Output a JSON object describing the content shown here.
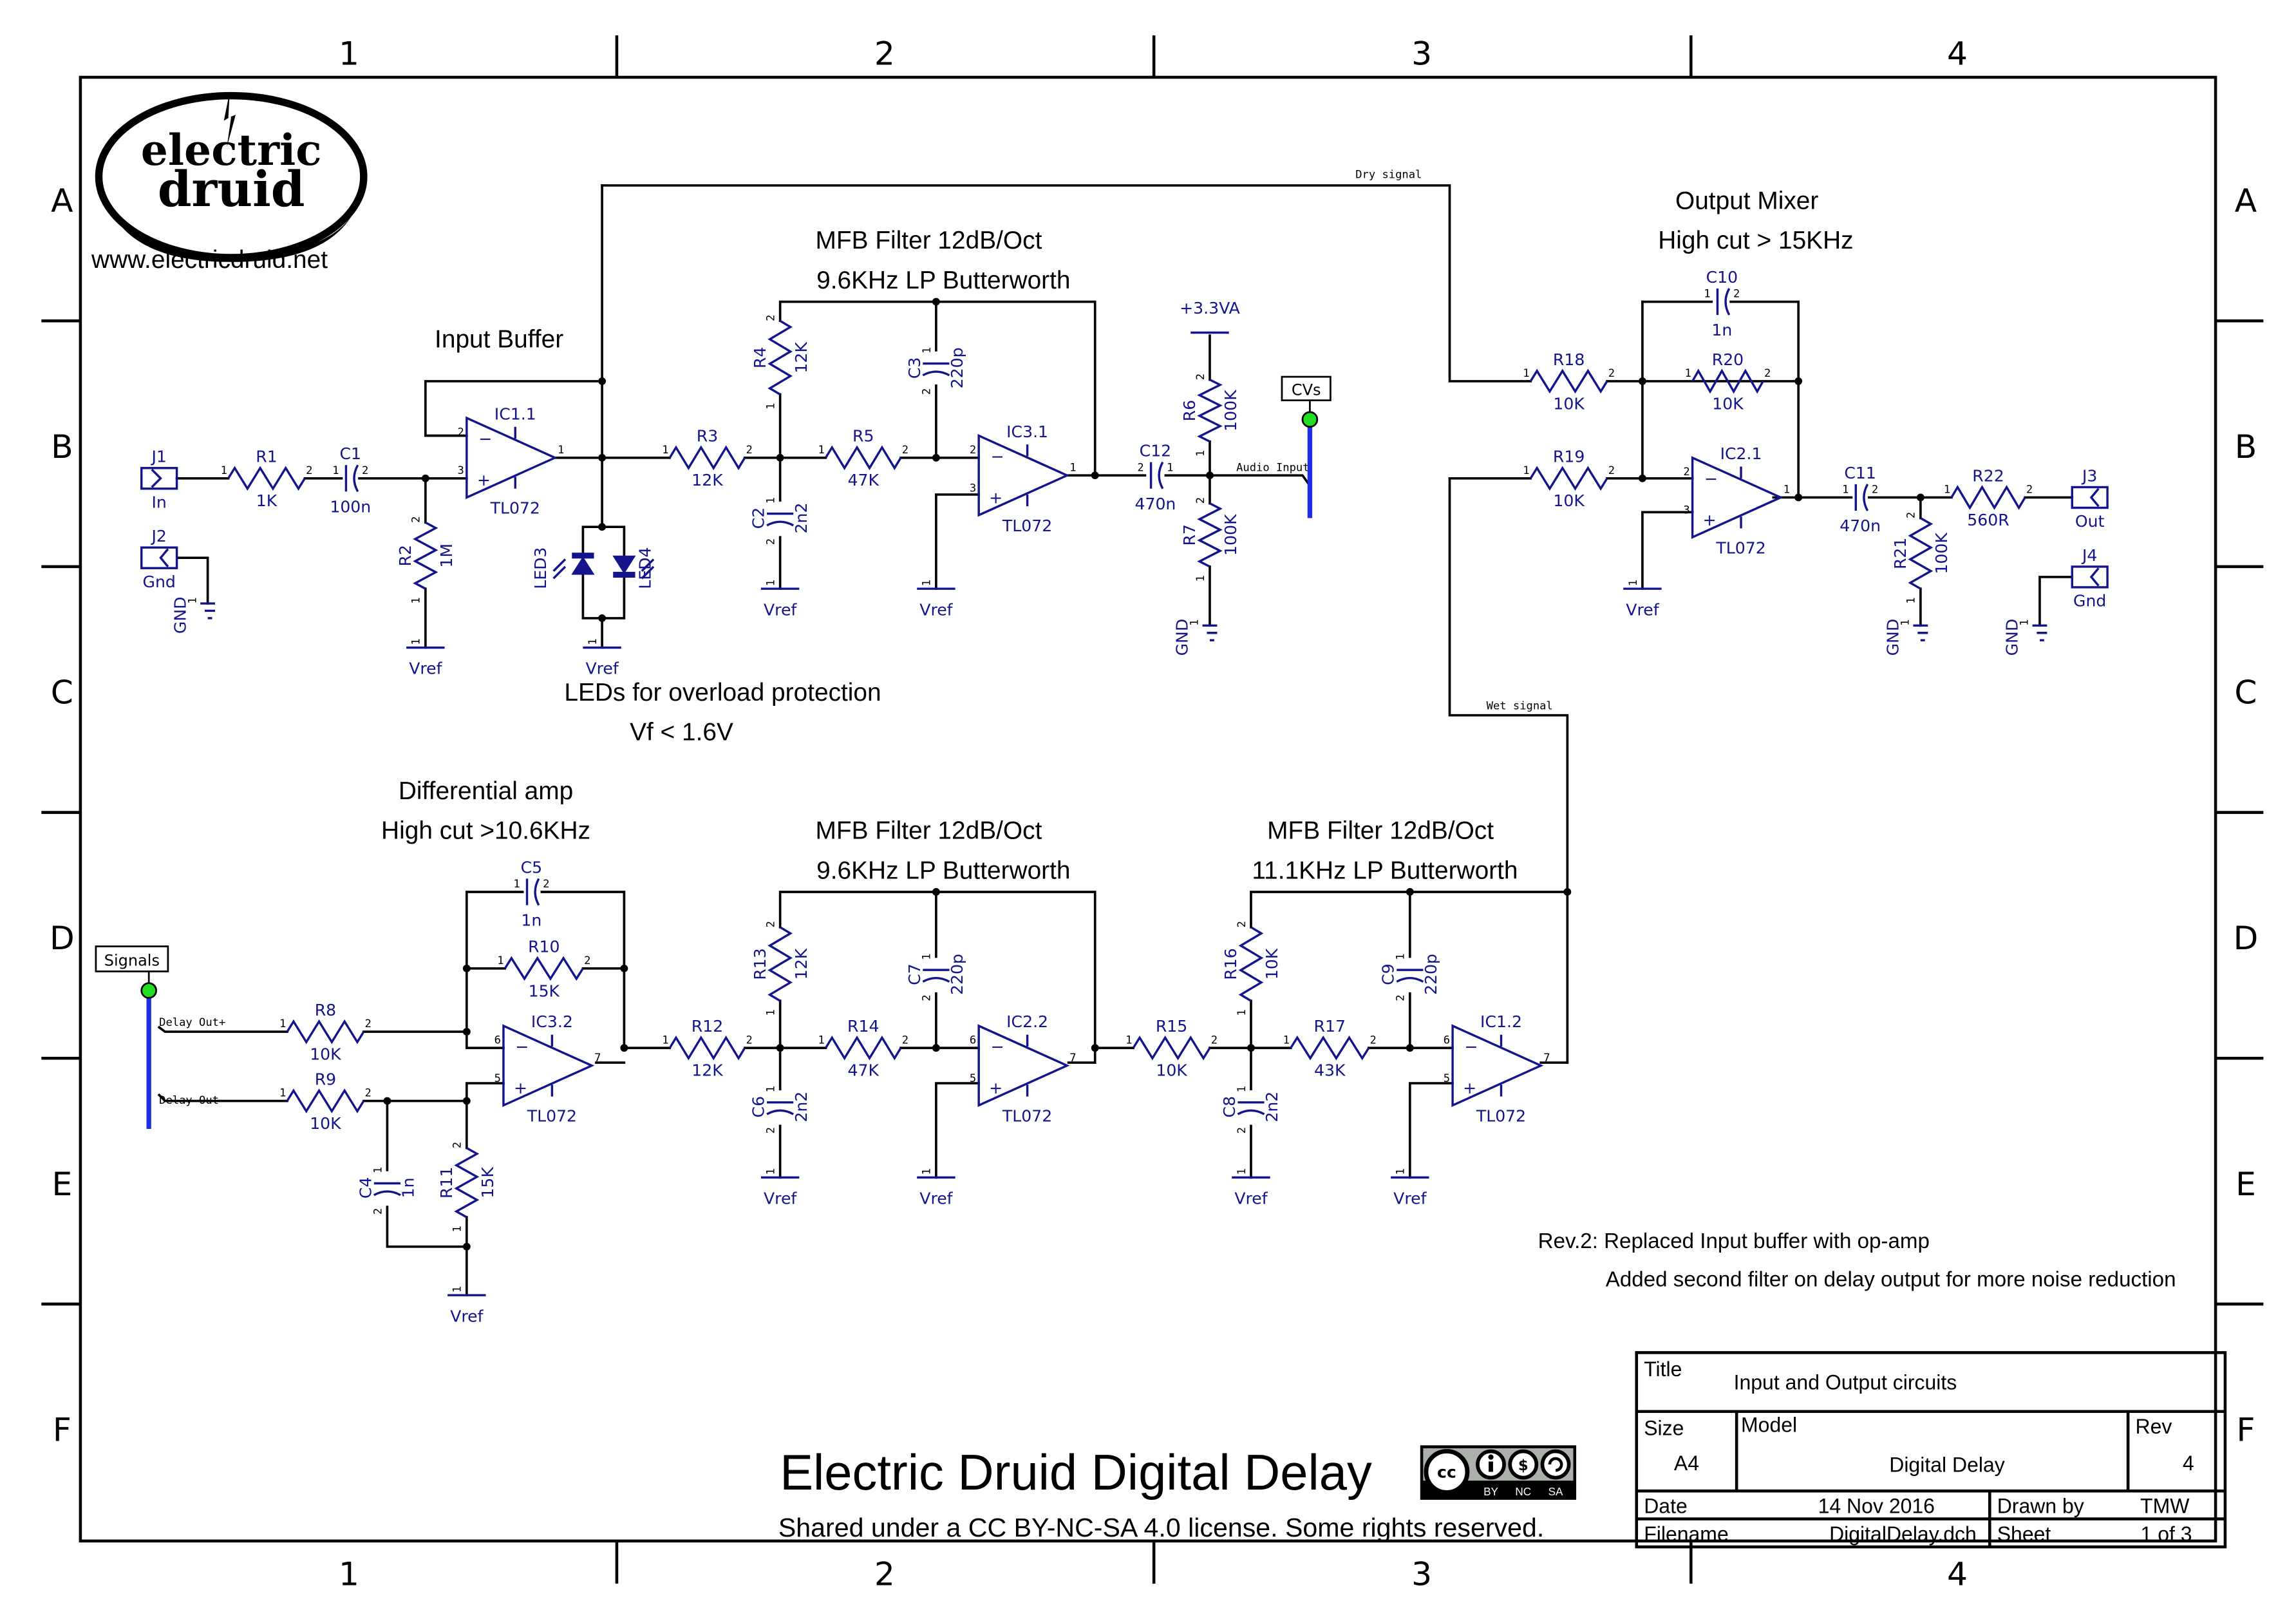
{
  "sheet": {
    "columns": [
      "1",
      "2",
      "3",
      "4"
    ],
    "rows": [
      "A",
      "B",
      "C",
      "D",
      "E",
      "F"
    ]
  },
  "logo": {
    "line1": "electric",
    "line2": "druid",
    "url": "www.electricdruid.net"
  },
  "section_titles": {
    "input_buffer": "Input Buffer",
    "mfb1_line1": "MFB Filter 12dB/Oct",
    "mfb1_line2": "9.6KHz LP Butterworth",
    "output_mixer_line1": "Output Mixer",
    "output_mixer_line2": "High cut > 15KHz",
    "leds_line1": "LEDs for overload protection",
    "leds_line2": "Vf < 1.6V",
    "diff_amp_line1": "Differential amp",
    "diff_amp_line2": "High cut >10.6KHz",
    "mfb2_line1": "MFB Filter 12dB/Oct",
    "mfb2_line2": "9.6KHz LP Butterworth",
    "mfb3_line1": "MFB Filter 12dB/Oct",
    "mfb3_line2": "11.1KHz LP Butterworth"
  },
  "nets": {
    "dry": "Dry signal",
    "wet": "Wet signal",
    "audio_input": "Audio Input",
    "delay_out_pos": "Delay Out+",
    "delay_out_neg": "Delay Out-",
    "cvs_bus": "CVs",
    "signals_bus": "Signals",
    "supply": "+3.3VA"
  },
  "components": {
    "J1": {
      "ref": "J1",
      "value": "In"
    },
    "J2": {
      "ref": "J2",
      "value": "Gnd"
    },
    "J3": {
      "ref": "J3",
      "value": "Out"
    },
    "J4": {
      "ref": "J4",
      "value": "Gnd"
    },
    "R1": {
      "ref": "R1",
      "value": "1K"
    },
    "R2": {
      "ref": "R2",
      "value": "1M"
    },
    "R3": {
      "ref": "R3",
      "value": "12K"
    },
    "R4": {
      "ref": "R4",
      "value": "12K"
    },
    "R5": {
      "ref": "R5",
      "value": "47K"
    },
    "R6": {
      "ref": "R6",
      "value": "100K"
    },
    "R7": {
      "ref": "R7",
      "value": "100K"
    },
    "R8": {
      "ref": "R8",
      "value": "10K"
    },
    "R9": {
      "ref": "R9",
      "value": "10K"
    },
    "R10": {
      "ref": "R10",
      "value": "15K"
    },
    "R11": {
      "ref": "R11",
      "value": "15K"
    },
    "R12": {
      "ref": "R12",
      "value": "12K"
    },
    "R13": {
      "ref": "R13",
      "value": "12K"
    },
    "R14": {
      "ref": "R14",
      "value": "47K"
    },
    "R15": {
      "ref": "R15",
      "value": "10K"
    },
    "R16": {
      "ref": "R16",
      "value": "10K"
    },
    "R17": {
      "ref": "R17",
      "value": "43K"
    },
    "R18": {
      "ref": "R18",
      "value": "10K"
    },
    "R19": {
      "ref": "R19",
      "value": "10K"
    },
    "R20": {
      "ref": "R20",
      "value": "10K"
    },
    "R21": {
      "ref": "R21",
      "value": "100K"
    },
    "R22": {
      "ref": "R22",
      "value": "560R"
    },
    "C1": {
      "ref": "C1",
      "value": "100n"
    },
    "C2": {
      "ref": "C2",
      "value": "2n2"
    },
    "C3": {
      "ref": "C3",
      "value": "220p"
    },
    "C4": {
      "ref": "C4",
      "value": "1n"
    },
    "C5": {
      "ref": "C5",
      "value": "1n"
    },
    "C6": {
      "ref": "C6",
      "value": "2n2"
    },
    "C7": {
      "ref": "C7",
      "value": "220p"
    },
    "C8": {
      "ref": "C8",
      "value": "2n2"
    },
    "C9": {
      "ref": "C9",
      "value": "220p"
    },
    "C10": {
      "ref": "C10",
      "value": "1n"
    },
    "C11": {
      "ref": "C11",
      "value": "470n"
    },
    "C12": {
      "ref": "C12",
      "value": "470n"
    },
    "LED3": {
      "ref": "LED3"
    },
    "LED4": {
      "ref": "LED4"
    },
    "IC1_1": {
      "ref": "IC1.1",
      "value": "TL072"
    },
    "IC1_2": {
      "ref": "IC1.2",
      "value": "TL072"
    },
    "IC2_1": {
      "ref": "IC2.1",
      "value": "TL072"
    },
    "IC2_2": {
      "ref": "IC2.2",
      "value": "TL072"
    },
    "IC3_1": {
      "ref": "IC3.1",
      "value": "TL072"
    },
    "IC3_2": {
      "ref": "IC3.2",
      "value": "TL072"
    }
  },
  "power_labels": {
    "vref": "Vref",
    "gnd": "GND"
  },
  "revision_notes": {
    "line1": "Rev.2: Replaced Input buffer with op-amp",
    "line2": "Added second filter on delay output for more noise reduction"
  },
  "footer": {
    "project_title": "Electric Druid Digital Delay",
    "license_text": "Shared under a CC BY-NC-SA 4.0 license. Some rights reserved.",
    "cc_badge": {
      "cc": "cc",
      "by": "BY",
      "nc": "NC",
      "sa": "SA"
    }
  },
  "title_block": {
    "title_label": "Title",
    "title_value": "Input and Output circuits",
    "size_label": "Size",
    "size_value": "A4",
    "model_label": "Model",
    "model_value": "Digital Delay",
    "rev_label": "Rev",
    "rev_value": "4",
    "date_label": "Date",
    "date_value": "14 Nov 2016",
    "drawn_by_label": "Drawn by",
    "drawn_by_value": "TMW",
    "filename_label": "Filename",
    "filename_value": "DigitalDelay.dch",
    "sheet_label": "Sheet",
    "sheet_value": "1 of 3"
  },
  "colors": {
    "component": "#14148c",
    "wire": "#000000",
    "bus": "#1e2ee6",
    "bus_port": "#22dd22"
  }
}
